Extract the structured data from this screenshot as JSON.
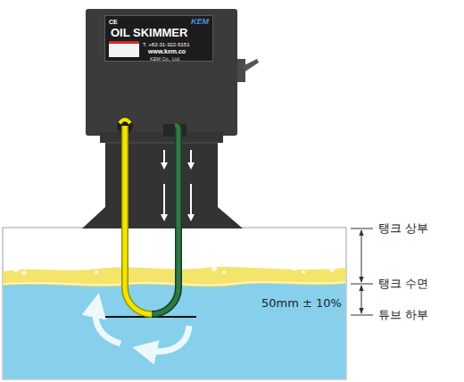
{
  "diagram": {
    "nodes": [
      {
        "text": [
          "CE",
          "KEM",
          "OIL SKIMMER",
          "T. +82-31-322-5151",
          "www.kem.co",
          "KEM Co., Ltd."
        ]
      }
    ],
    "labels": [
      "탱크 상부",
      "탱크 수면",
      "튜브 하부",
      "50mm ± 10%"
    ]
  }
}
